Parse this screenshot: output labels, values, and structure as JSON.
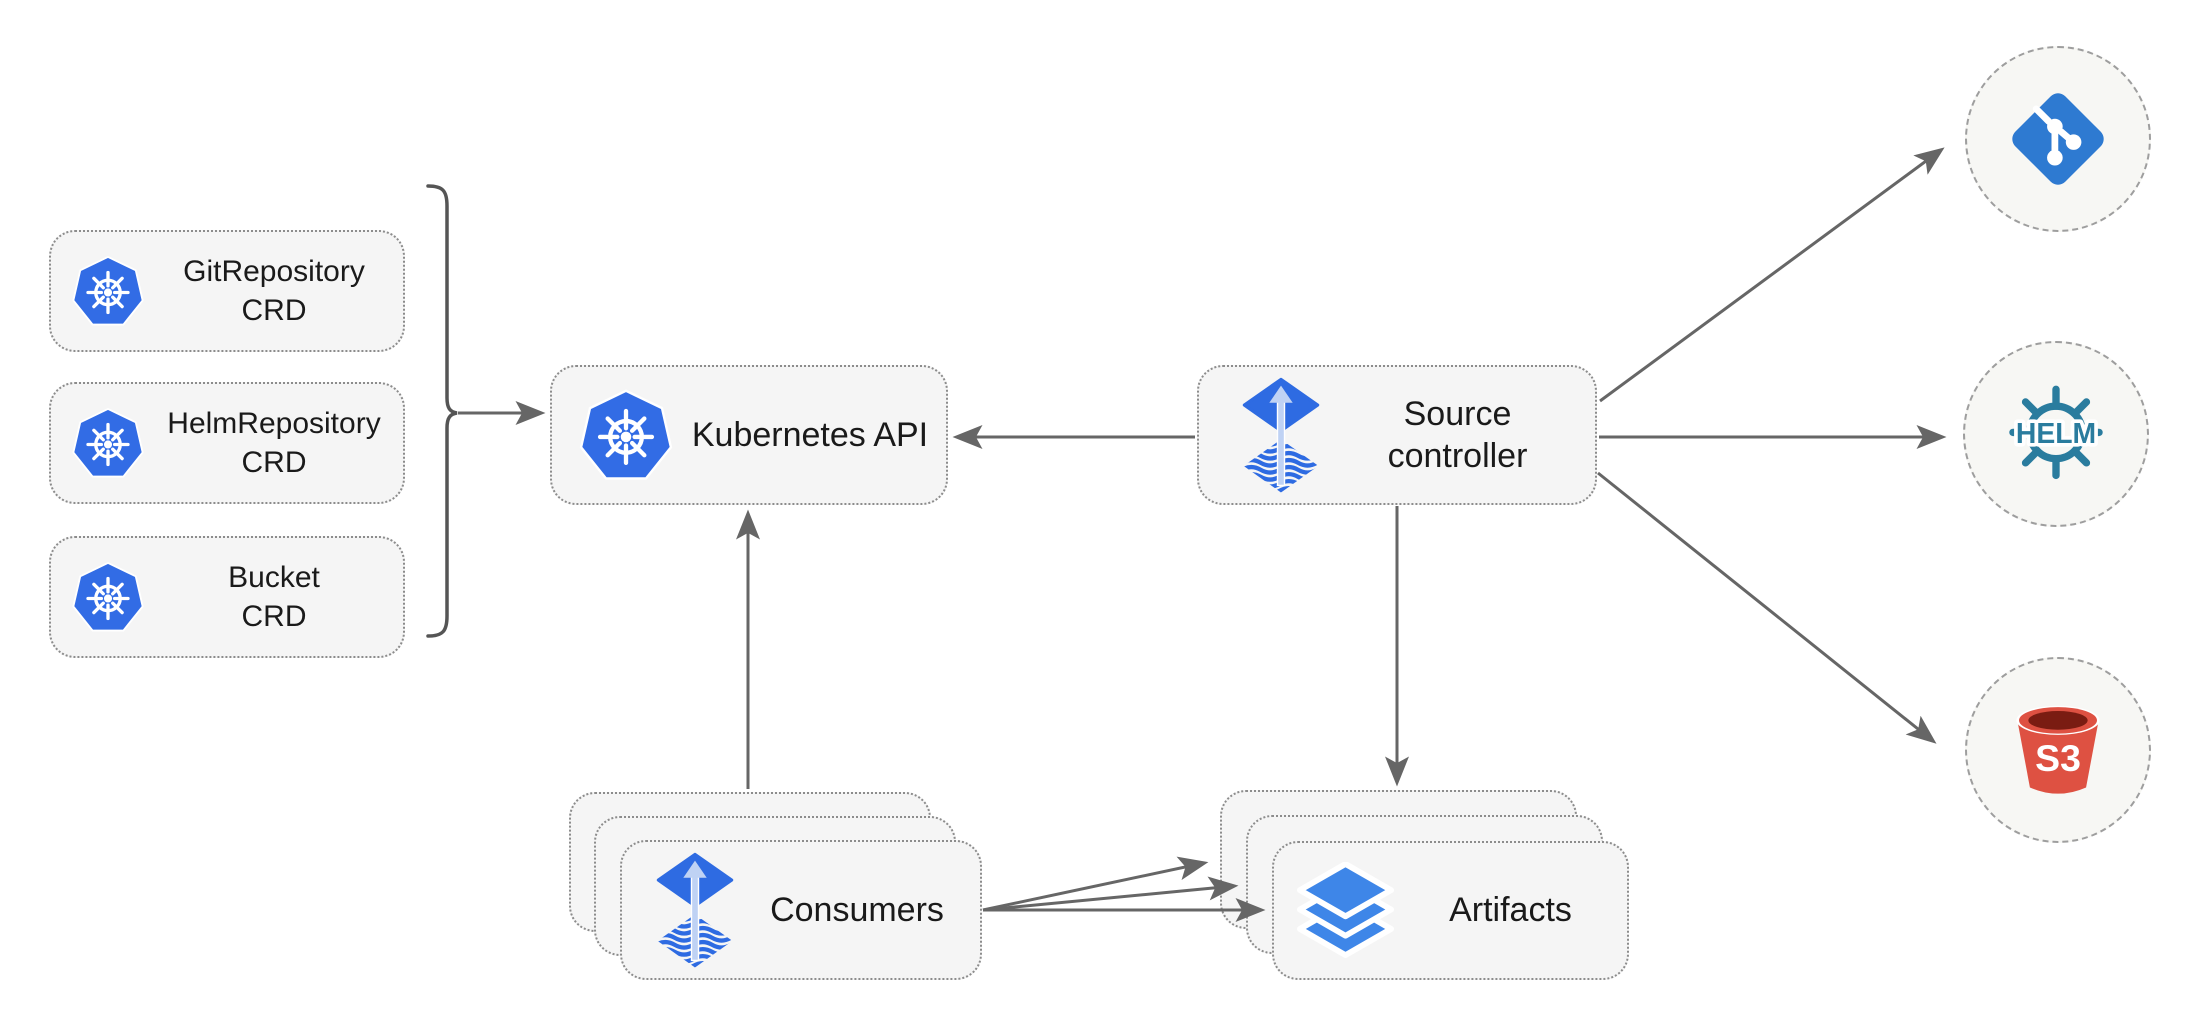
{
  "diagram": {
    "crd_boxes": [
      {
        "title": "GitRepository",
        "subtitle": "CRD"
      },
      {
        "title": "HelmRepository",
        "subtitle": "CRD"
      },
      {
        "title": "Bucket",
        "subtitle": "CRD"
      }
    ],
    "kubernetes_api": {
      "label": "Kubernetes API"
    },
    "source_controller": {
      "line1": "Source",
      "line2": "controller"
    },
    "consumers": {
      "label": "Consumers"
    },
    "artifacts": {
      "label": "Artifacts"
    },
    "external": {
      "helm_label": "HELM",
      "s3_label": "S3"
    },
    "colors": {
      "kubernetes_blue": "#326CE5",
      "flux_blue": "#2E6BE2",
      "flux_arrow_light": "#BFD2F4",
      "git_blue": "#2E7AD1",
      "helm_teal": "#2A7C9E",
      "s3_red": "#DE5142",
      "s3_dark": "#7A1C12",
      "layers_blue": "#3E86E8",
      "arrow_gray": "#666666",
      "box_fill": "#F5F5F5",
      "box_border": "#8C8C8C"
    }
  }
}
